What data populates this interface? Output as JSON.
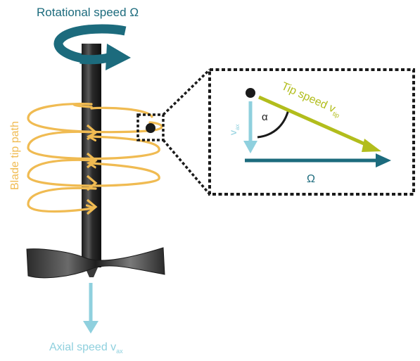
{
  "labels": {
    "rotational_speed_text": "Rotational speed ",
    "omega_symbol": "Ω",
    "blade_tip_path": "Blade tip path",
    "tip_speed_text": "Tip speed v",
    "tip_subscript": "tip",
    "axial_speed_text": "Axial speed v",
    "axial_subscript": "ax",
    "v_symbol": "v",
    "ax_subscript": "ax",
    "alpha": "α",
    "omega_arrow_label": "Ω"
  },
  "colors": {
    "teal": "#1c6b7d",
    "orange": "#f0bb52",
    "light_blue": "#8fd0de",
    "olive": "#b2bd1c",
    "shaft": "#2a2a2a",
    "dot": "#1a1a1a"
  }
}
